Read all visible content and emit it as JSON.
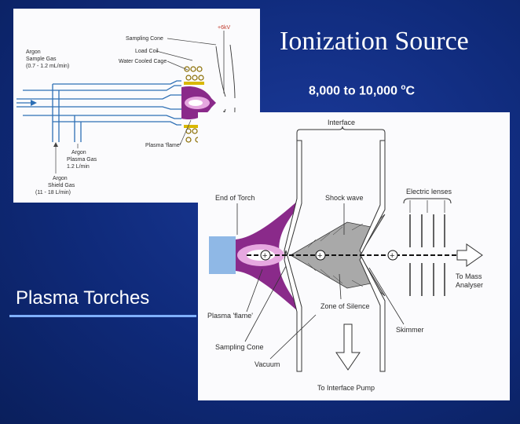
{
  "slide": {
    "title": "Ionization Source",
    "temperature_text": "8,000 to 10,000 ",
    "temperature_unit_sup": "o",
    "temperature_unit": "C",
    "left_caption": "Plasma Torches"
  },
  "torch_diagram": {
    "voltage": "+6kV",
    "sampling_cone": "Sampling Cone",
    "load_coil": "Load Coil",
    "water_cooled_cage": "Water Cooled Cage",
    "argon_sample_line1": "Argon",
    "argon_sample_line2": "Sample Gas",
    "argon_sample_line3": "(0.7 - 1.2 mL/min)",
    "plasma_flame": "Plasma 'flame'",
    "argon_plasma_line1": "Argon",
    "argon_plasma_line2": "Plasma Gas",
    "argon_plasma_line3": "1.2 L/min",
    "argon_shield_line1": "Argon",
    "argon_shield_line2": "Shield Gas",
    "argon_shield_line3": "(11 - 18 L/min)"
  },
  "interface_diagram": {
    "interface": "Interface",
    "end_of_torch": "End of Torch",
    "shock_wave": "Shock wave",
    "electric_lenses": "Electric lenses",
    "to_mass_line1": "To Mass",
    "to_mass_line2": "Analyser",
    "plasma_flame": "Plasma 'flame'",
    "zone_of_silence": "Zone of Silence",
    "skimmer": "Skimmer",
    "sampling_cone": "Sampling Cone",
    "vacuum": "Vacuum",
    "to_interface_pump": "To Interface Pump",
    "ion_symbol": "+"
  },
  "colors": {
    "background": "#0f2a7a",
    "plasma": "#8a2a8a",
    "torch_block": "#8fb8e6",
    "cone_fill": "#a9a9a9",
    "underline": "#7fb0ff"
  }
}
